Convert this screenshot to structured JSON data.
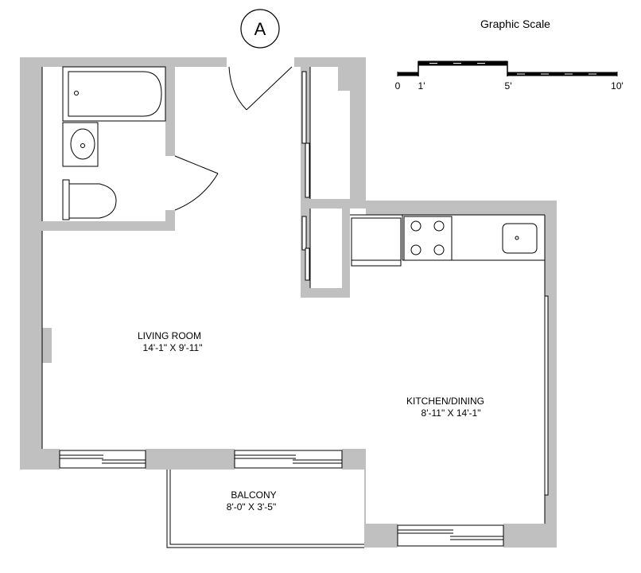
{
  "unit_marker": {
    "label": "A"
  },
  "graphic_scale": {
    "title": "Graphic Scale",
    "tick_labels": [
      "0",
      "1'",
      "5'",
      "10'"
    ]
  },
  "rooms": [
    {
      "name": "LIVING ROOM",
      "dims": "14'-1\" X 9'-11\""
    },
    {
      "name": "KITCHEN/DINING",
      "dims": "8'-11\" X 14'-1\""
    },
    {
      "name": "BALCONY",
      "dims": "8'-0\" X 3'-5\""
    }
  ],
  "colors": {
    "wall": "#c0c0c0",
    "line": "#000000",
    "background": "#ffffff"
  }
}
